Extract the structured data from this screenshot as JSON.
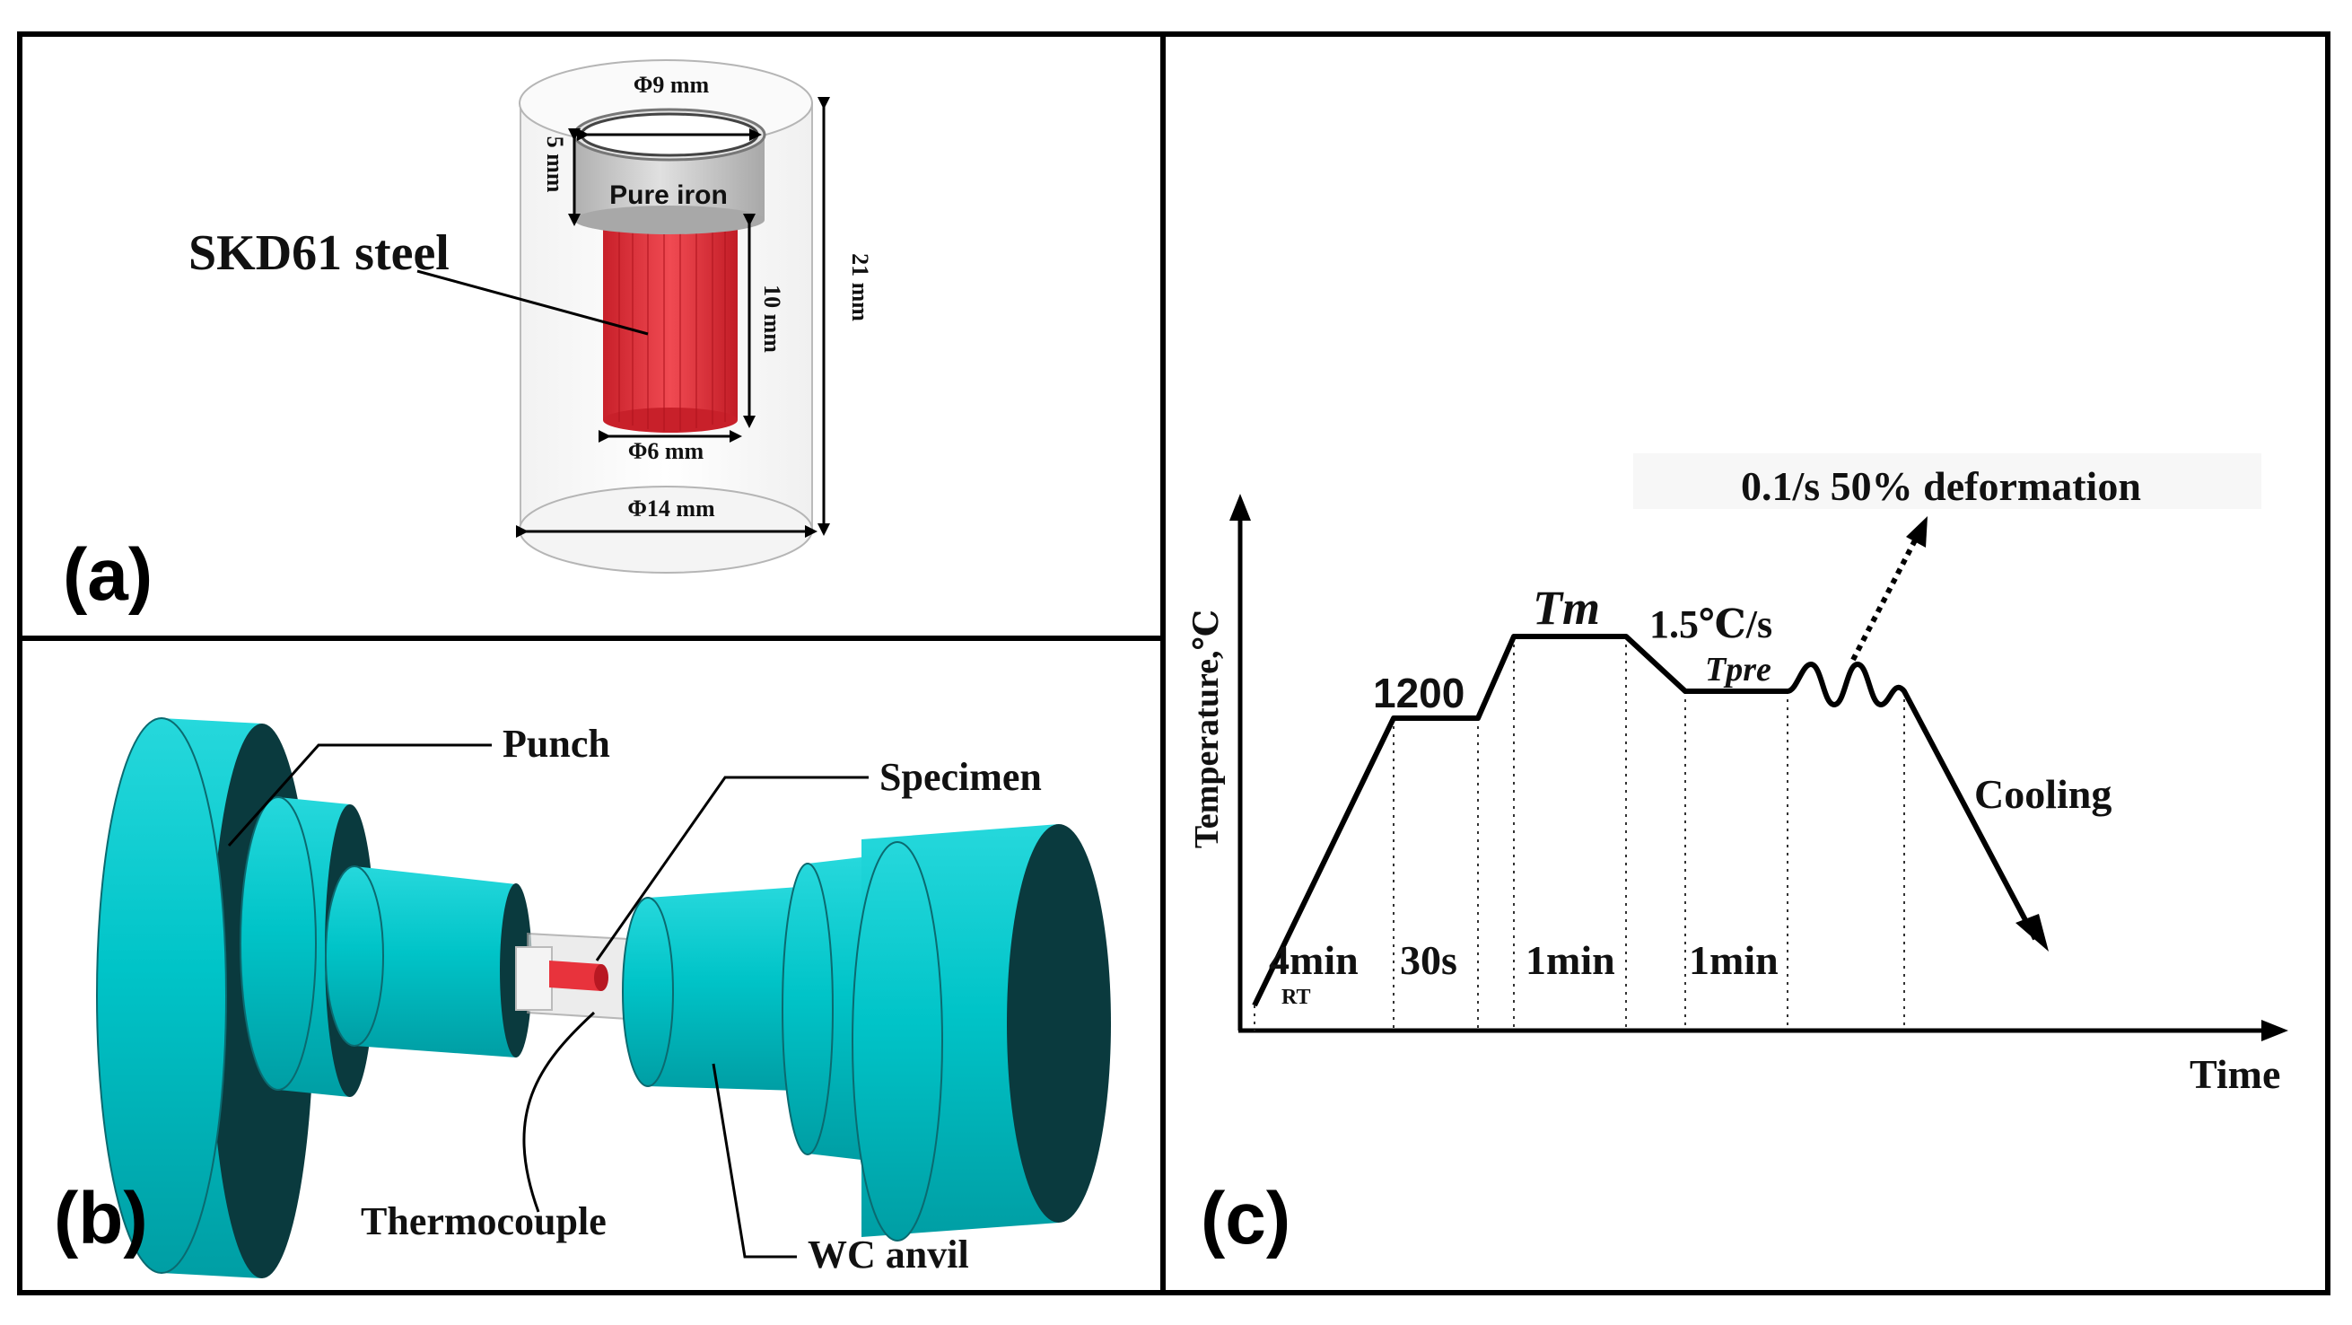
{
  "panels": {
    "a": {
      "letter": "(a)",
      "steel_label": "SKD61 steel",
      "iron_label": "Pure iron",
      "dim_top": "Φ9 mm",
      "dim_iron_height": "5 mm",
      "dim_steel_height": "10 mm",
      "dim_steel_dia": "Φ6 mm",
      "dim_outer_dia": "Φ14 mm",
      "dim_total_height": "21 mm"
    },
    "b": {
      "letter": "(b)",
      "punch": "Punch",
      "specimen": "Specimen",
      "thermocouple": "Thermocouple",
      "anvil": "WC anvil"
    },
    "c": {
      "letter": "(c)",
      "ylabel": "Temperature,℃",
      "xlabel": "Time",
      "deformation": "0.1/s 50% deformation",
      "label_1200": "1200",
      "label_tm": "Tm",
      "label_rate": "1.5℃/s",
      "label_tpre": "Tpre",
      "label_cooling": "Cooling",
      "label_rt": "RT",
      "segments": [
        "4min",
        "30s",
        "1min",
        "1min"
      ]
    }
  },
  "colors": {
    "steel": "#e8333c",
    "iron": "#c8c8c8",
    "tool": "#00c8cc",
    "tool_dark": "#0a3a3e"
  }
}
